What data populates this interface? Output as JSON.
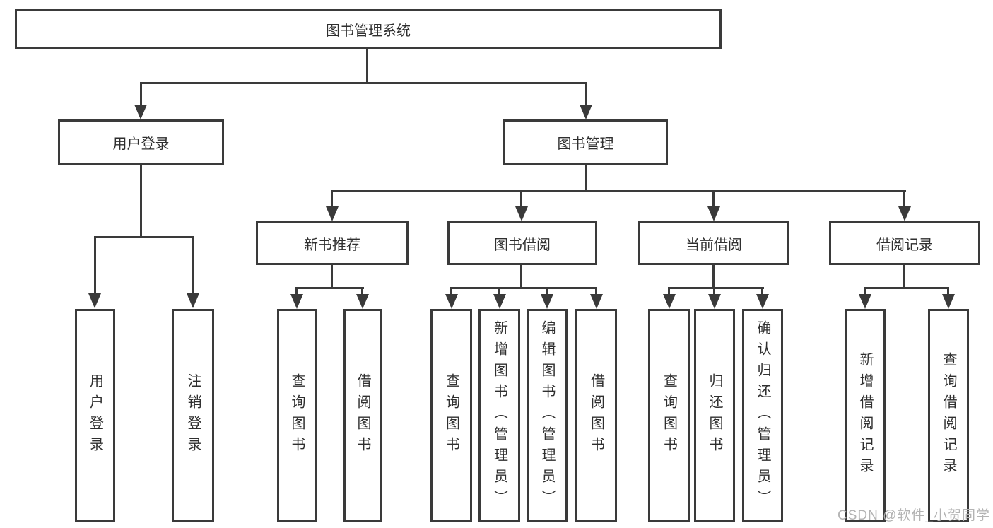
{
  "colors": {
    "line": "#3a3a3a",
    "text": "#2f2f2f",
    "watermark": "#b3b3b3",
    "background": "#ffffff"
  },
  "root": {
    "label": "图书管理系统"
  },
  "login": {
    "label": "用户登录",
    "children": [
      {
        "label": "用户登录"
      },
      {
        "label": "注销登录"
      }
    ]
  },
  "manage": {
    "label": "图书管理",
    "groups": [
      {
        "label": "新书推荐",
        "children": [
          {
            "label": "查询图书"
          },
          {
            "label": "借阅图书"
          }
        ]
      },
      {
        "label": "图书借阅",
        "children": [
          {
            "label": "查询图书"
          },
          {
            "label": "新增图书（管理员）"
          },
          {
            "label": "编辑图书（管理员）"
          },
          {
            "label": "借阅图书"
          }
        ]
      },
      {
        "label": "当前借阅",
        "children": [
          {
            "label": "查询图书"
          },
          {
            "label": "归还图书"
          },
          {
            "label": "确认归还（管理员）"
          }
        ]
      },
      {
        "label": "借阅记录",
        "children": [
          {
            "label": "新增借阅记录"
          },
          {
            "label": "查询借阅记录"
          }
        ]
      }
    ]
  },
  "watermark": {
    "text": "CSDN @软件_小贺同学"
  }
}
